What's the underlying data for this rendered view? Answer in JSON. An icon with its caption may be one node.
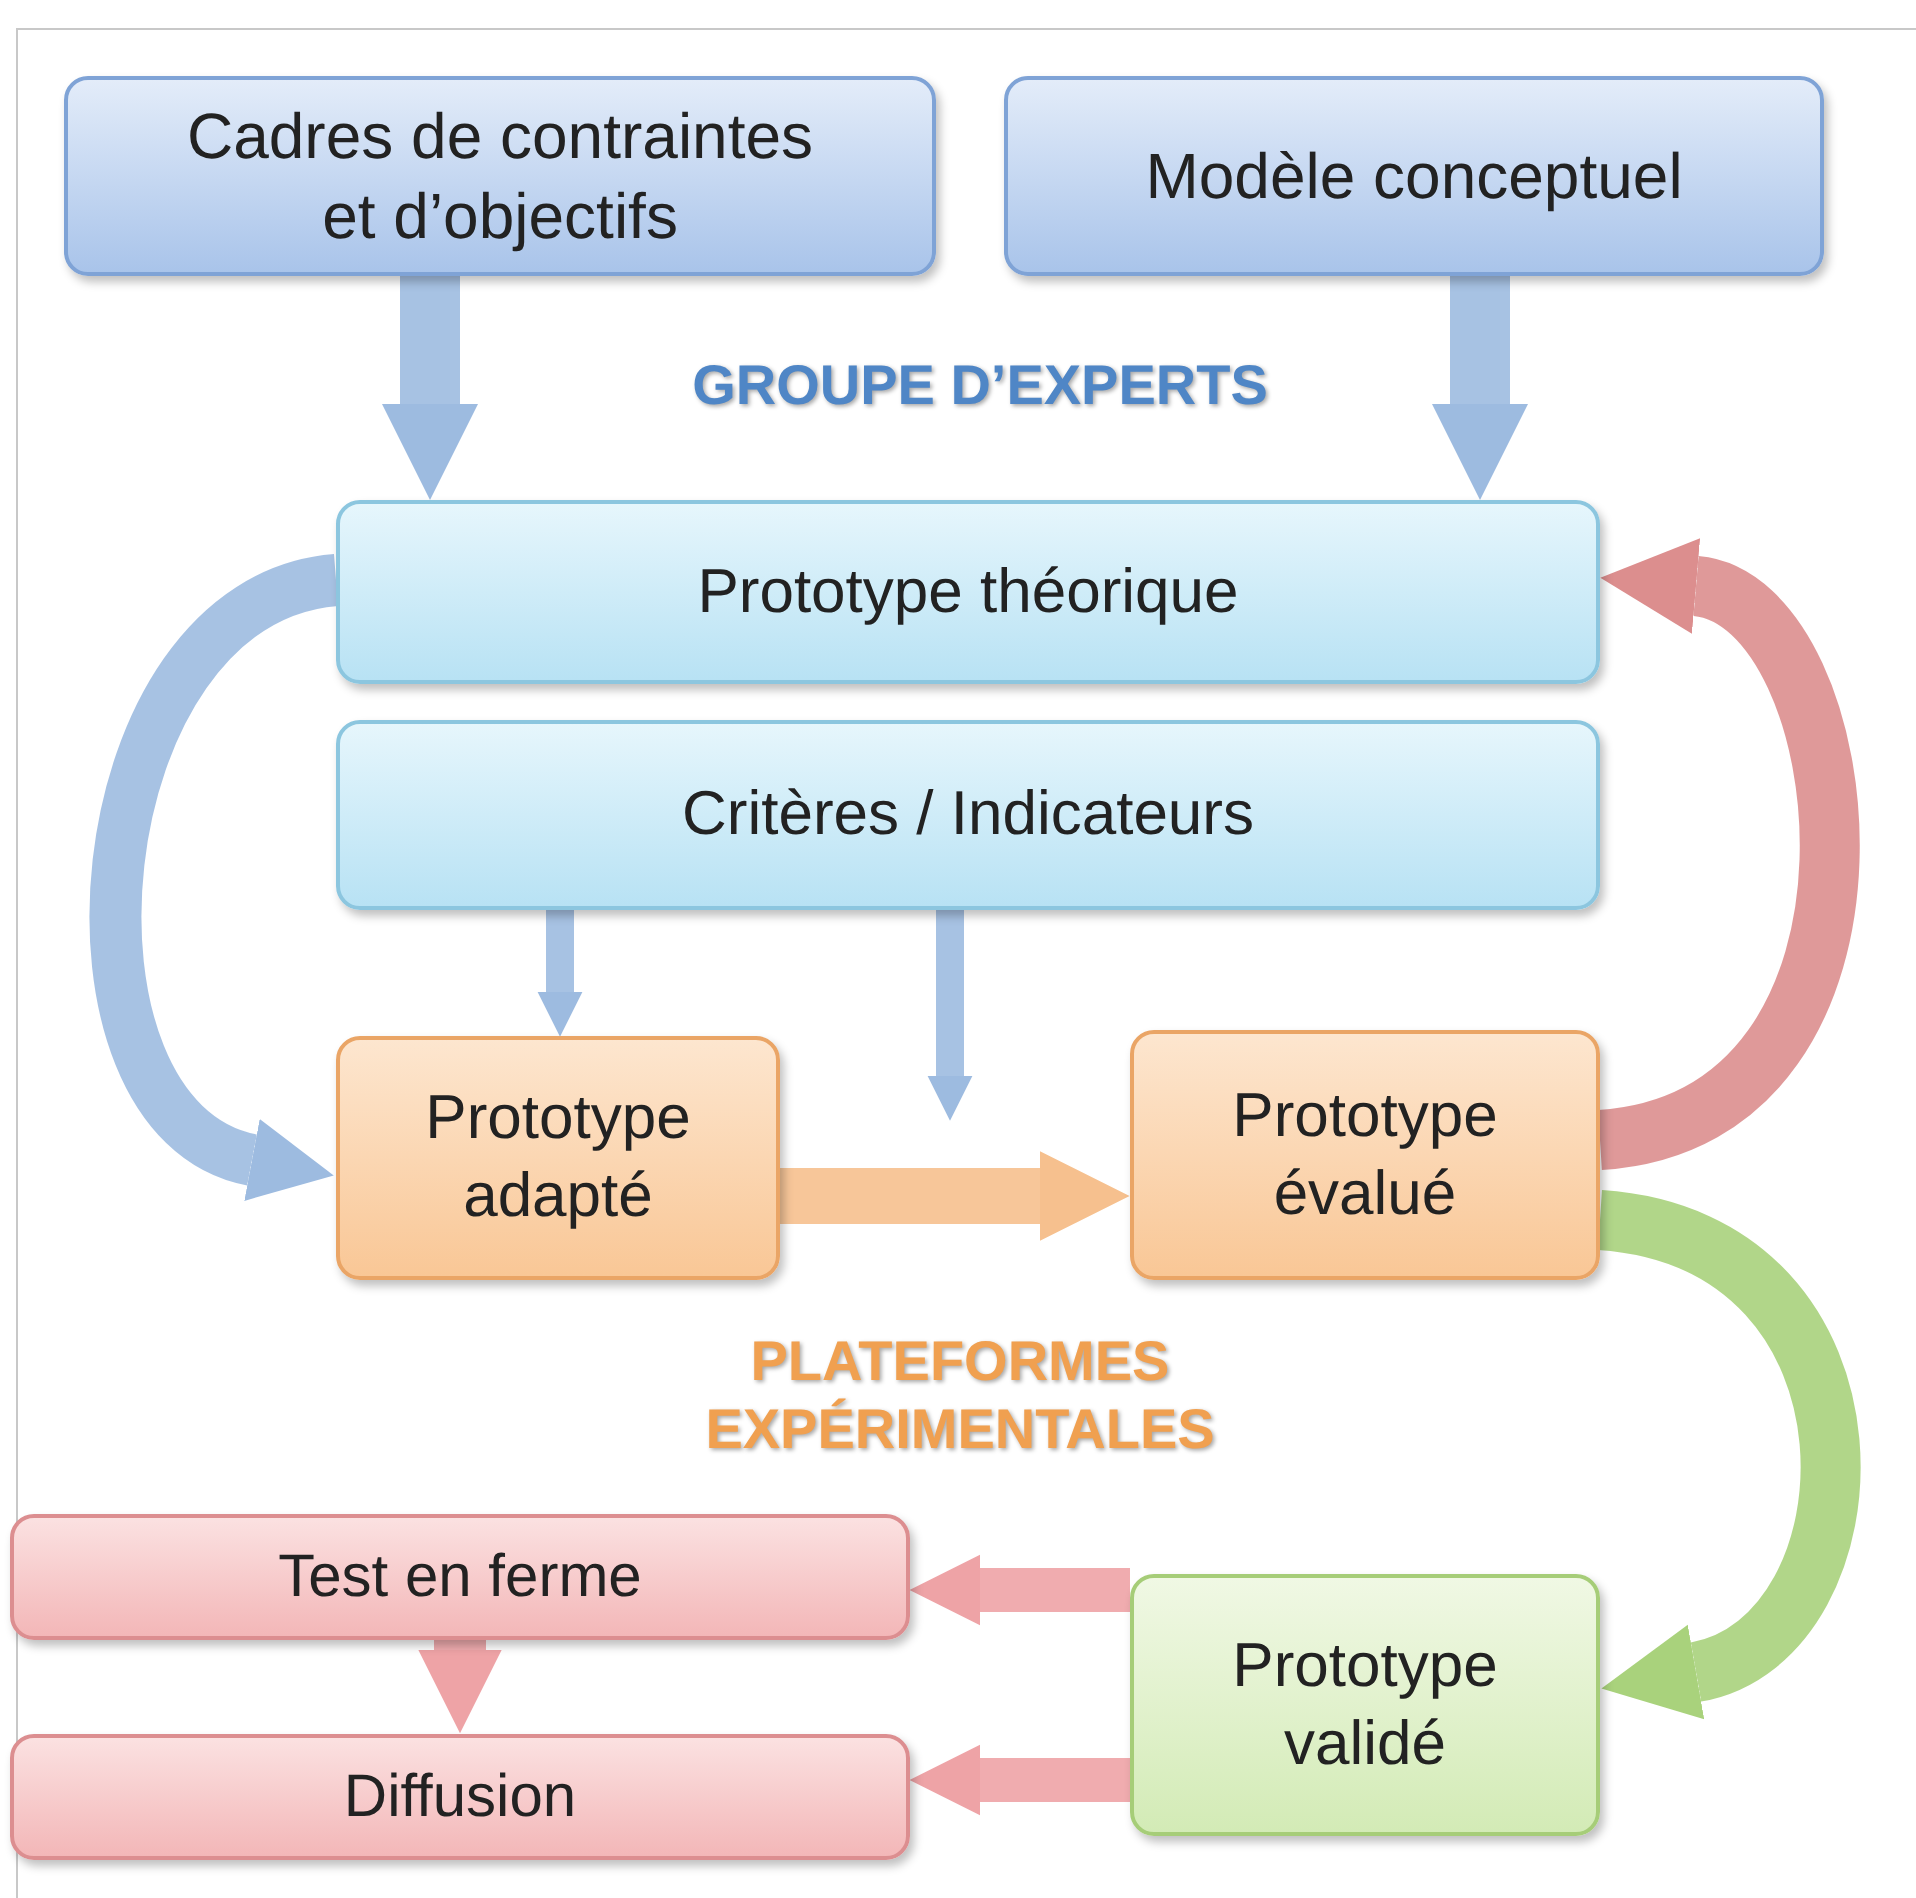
{
  "diagram": {
    "nodes": [
      {
        "text": [
          "Cadres de contraintes et d’objectifs"
        ]
      },
      {
        "text": [
          "Modèle conceptuel"
        ]
      },
      {
        "text": [
          "Prototype théorique"
        ]
      },
      {
        "text": [
          "Critères / Indicateurs"
        ]
      },
      {
        "text": [
          "Prototype adapté"
        ]
      },
      {
        "text": [
          "Prototype évalué"
        ]
      },
      {
        "text": [
          "Test en ferme"
        ]
      },
      {
        "text": [
          "Diffusion"
        ]
      },
      {
        "text": [
          "Prototype validé"
        ]
      }
    ],
    "edges": [
      {
        "from": 0,
        "to": 2,
        "arrow": "to"
      },
      {
        "from": 1,
        "to": 2,
        "arrow": "to"
      },
      {
        "from": 2,
        "to": 4,
        "arrow": "to"
      },
      {
        "from": 3,
        "to": 4,
        "arrow": "to"
      },
      {
        "from": 3,
        "to": null,
        "arrow": "to"
      },
      {
        "from": 4,
        "to": 5,
        "arrow": "to",
        "color": "#f6c08e"
      },
      {
        "from": 5,
        "to": 2,
        "arrow": "to",
        "color": "#dc8e8e"
      },
      {
        "from": 5,
        "to": 8,
        "arrow": "to",
        "color": "#a9d27c"
      },
      {
        "from": 8,
        "to": 6,
        "arrow": "to",
        "color": "#eea3a6"
      },
      {
        "from": 8,
        "to": 7,
        "arrow": "to",
        "color": "#eea3a6"
      },
      {
        "from": 6,
        "to": 7,
        "arrow": "to",
        "color": "#eea3a6"
      }
    ],
    "labels": [
      "GROUPE D’EXPERTS",
      "PLATEFORMES EXPÉRIMENTALES"
    ]
  }
}
